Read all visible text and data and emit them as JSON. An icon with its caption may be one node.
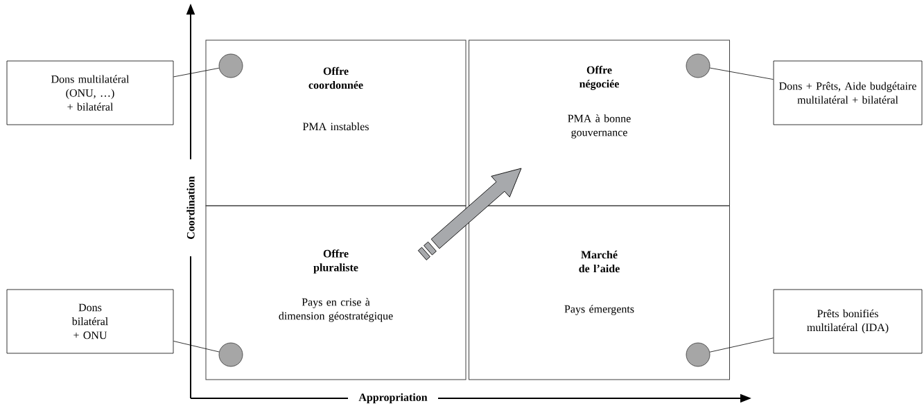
{
  "diagram": {
    "nodes": [
      {
        "text": [
          "**Offre coordonnée**",
          "PMA instables"
        ]
      },
      {
        "text": [
          "**Offre négociée**",
          "PMA à bonne gouvernance"
        ]
      },
      {
        "text": [
          "**Offre pluraliste**",
          "Pays en crise à dimension géostratégique"
        ]
      },
      {
        "text": [
          "**Marché de l’aide**",
          "Pays émergents"
        ]
      },
      {
        "text": [],
        "shape": "circle",
        "in": 0
      },
      {
        "text": [],
        "shape": "circle",
        "in": 1
      },
      {
        "text": [],
        "shape": "circle",
        "in": 2
      },
      {
        "text": [],
        "shape": "circle",
        "in": 3
      },
      {
        "text": [
          "Dons multilatéral (ONU, …) + bilatéral"
        ]
      },
      {
        "text": [
          "Dons + Prêts, Aide budgétaire multilatéral + bilatéral"
        ]
      },
      {
        "text": [
          "Dons bilatéral + ONU"
        ]
      },
      {
        "text": [
          "Prêts bonifiés multilatéral (IDA)"
        ]
      }
    ],
    "edges": [
      {
        "from": 8,
        "to": 4,
        "arrow": "none"
      },
      {
        "from": 9,
        "to": 5,
        "arrow": "none"
      },
      {
        "from": 10,
        "to": 6,
        "arrow": "none"
      },
      {
        "from": 11,
        "to": 7,
        "arrow": "none"
      },
      {
        "from": 2,
        "to": 1,
        "arrow": "to",
        "style": "thick",
        "color": "#a7a9ac"
      }
    ],
    "labels": [
      "Coordination",
      "Appropriation"
    ]
  }
}
